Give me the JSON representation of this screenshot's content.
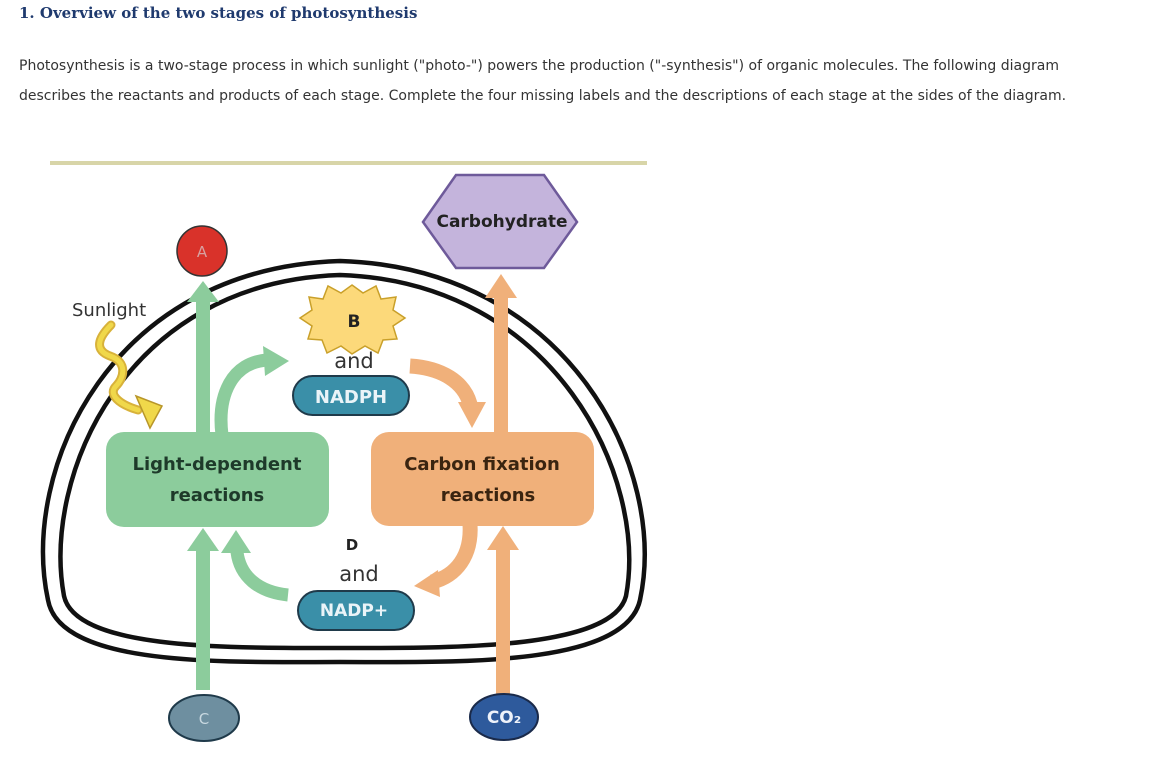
{
  "section": {
    "heading": "1. Overview of the two stages of photosynthesis",
    "intro_line1": "Photosynthesis is a two-stage process in which sunlight (\"photo-\") powers the production (\"-synthesis\") of organic molecules. The following diagram",
    "intro_line2": "describes the reactants and products of each stage. Complete the four missing labels and the descriptions of each stage at the sides of the diagram."
  },
  "diagram": {
    "sunlight": "Sunlight",
    "product_top": "Carbohydrate",
    "label_a": "A",
    "label_b": "B",
    "label_c": "C",
    "label_d": "D",
    "and_top": "and",
    "and_bottom": "and",
    "nadph": "NADPH",
    "nadp": "NADP+",
    "light_line1": "Light-dependent",
    "light_line2": "reactions",
    "fix_line1": "Carbon fixation",
    "fix_line2": "reactions",
    "co2": "CO₂"
  },
  "colors": {
    "green": "#8ccc9c",
    "orange": "#f0b07a",
    "teal": "#3a8fa8",
    "red": "#d9322a",
    "purple": "#c4b4dc",
    "star": "#fcd97a",
    "co2": "#2e5a9c",
    "water": "#6e8fa0",
    "divider": "#d8d5a8"
  }
}
